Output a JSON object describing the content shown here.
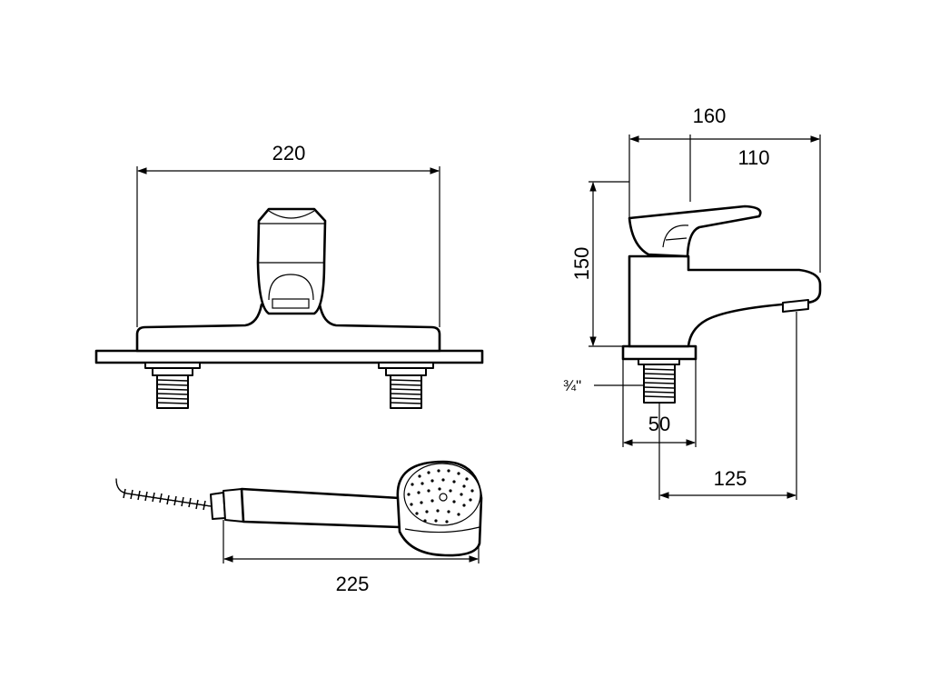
{
  "dimensions": {
    "front_width": "220",
    "side_depth": "160",
    "side_spout": "110",
    "side_height": "150",
    "thread_size": "¾\"",
    "base_width": "50",
    "outlet_offset": "125",
    "handshower_length": "225"
  },
  "colors": {
    "line": "#000000",
    "background": "#ffffff"
  }
}
